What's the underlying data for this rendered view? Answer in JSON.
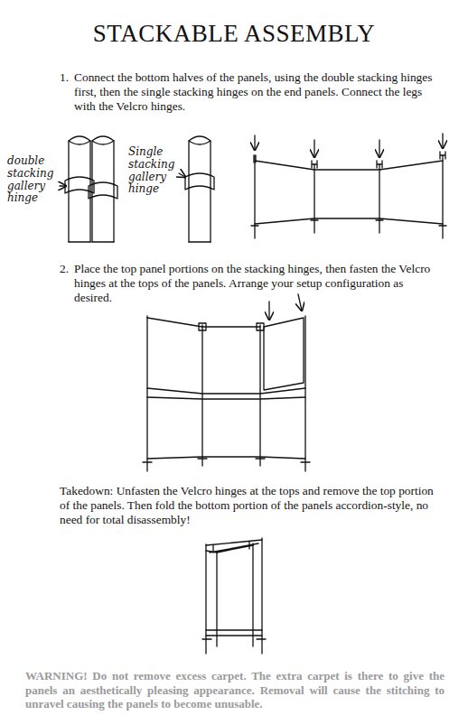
{
  "diagram": {
    "title": "STACKABLE ASSEMBLY",
    "labels": [
      "1.",
      "Connect the bottom halves of the panels, using the double stacking hinges first, then the single stacking hinges on the end panels. Connect the legs with the Velcro hinges.",
      "double stacking gallery hinge",
      "Single stacking gallery hinge",
      "2.",
      "Place the top panel portions on the stacking hinges, then fasten the Velcro hinges at the tops of the panels. Arrange your setup configuration as desired.",
      "Takedown: Unfasten the Velcro hinges at the tops and remove the top portion of the panels. Then fold the bottom portion of the panels accordion-style, no need for total disassembly!",
      "WARNING! Do not remove excess carpet. The extra carpet is there to give the panels an aesthetically pleasing appearance. Removal will cause the stitching to unravel causing the panels to become unusable."
    ]
  }
}
